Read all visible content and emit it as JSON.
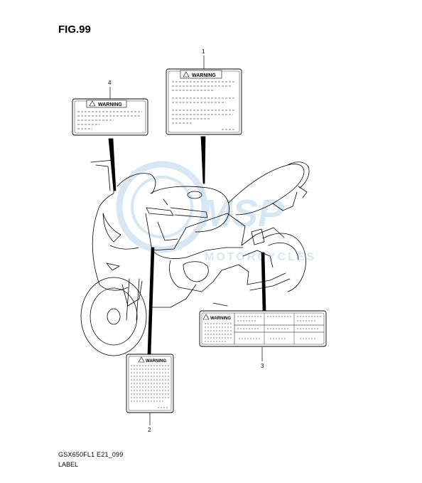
{
  "figure": {
    "title": "FIG.99",
    "model_code": "GSX650FL1 E21_099",
    "section": "LABEL"
  },
  "watermark": {
    "text_main": "MSP",
    "text_sub": "MOTORCYCLES",
    "color": "#b8d4ea"
  },
  "labels": [
    {
      "number": "1",
      "warning_text": "WARNING"
    },
    {
      "number": "2",
      "warning_text": "WARNING"
    },
    {
      "number": "3",
      "warning_text": "WARNING"
    },
    {
      "number": "4",
      "warning_text": "WARNING"
    }
  ]
}
